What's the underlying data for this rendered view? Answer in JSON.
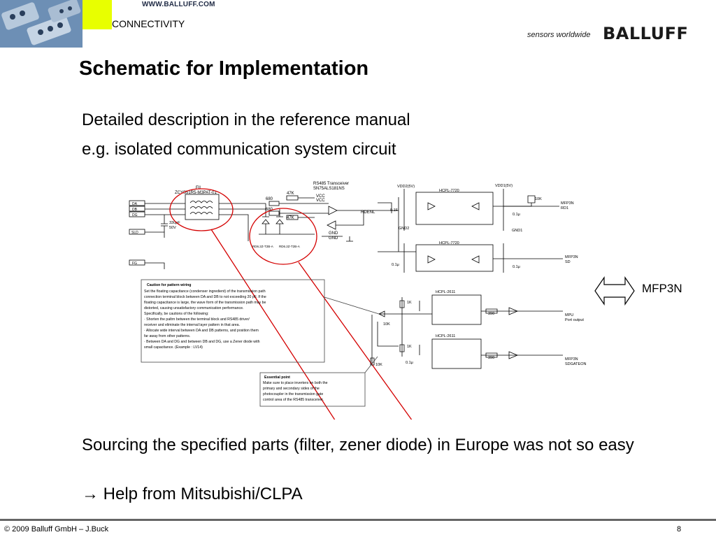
{
  "header": {
    "website": "WWW.BALLUFF.COM",
    "section": "CONNECTIVITY",
    "tagline": "sensors worldwide",
    "logo_text": "BALLUFF"
  },
  "title": "Schematic for Implementation",
  "bullets": [
    "Detailed description in the reference manual",
    "e.g. isolated communication system circuit"
  ],
  "bottom": {
    "line1": "Sourcing the specified parts (filter, zener diode) in Europe was not so easy",
    "line2": "→ Help from Mitsubishi/CLPA"
  },
  "callout": "MFP3N",
  "schematic": {
    "fil_label": "FIL",
    "fil_part": "ZCYS51R5-M3PAT-01",
    "transceiver_label": "RS485 Transceiver",
    "transceiver_part": "SN75ALS181NS",
    "terminals": [
      "DA",
      "DB",
      "DG",
      "SLD",
      "FG"
    ],
    "cap_label": "330pF",
    "cap_voltage": "50V",
    "res_47k": "47K",
    "res_680": "680",
    "vcc": "VCC",
    "gnd": "GND",
    "zener_a": "RD6.2Z-T2B-A",
    "rdenl": "RDENL",
    "vdd2": "VDD2(5V)",
    "vdd1": "VDD1(5V)",
    "hcpl7720": "HCPL-7720",
    "hcpl2611": "HCPL-2611",
    "res_10k": "10K",
    "res_1k": "1K",
    "res_390": "390",
    "cap_01u": "0.1μ",
    "cap_01f": "0.1F",
    "gnd1": "GND1",
    "gnd2": "GND2",
    "out_rd1_a": "MFP3N",
    "out_rd1_b": "RD1",
    "out_sd_a": "MFP3N",
    "out_sd_b": "SD",
    "out_mpu_a": "MPU",
    "out_mpu_b": "Port output",
    "out_sdg_a": "MFP3N",
    "out_sdg_b": "SDGATEON",
    "caution_title": "Caution for pattern wiring",
    "caution_lines": [
      "Set the floating capacitance (condenser ingredient) of the transmission path",
      "connection terminal block between DA and DB to not exceeding 20 pF. If the",
      "floating capacitance is large, the wave form of the transmission path may be",
      "distorted, causing unsatisfactory communication performance.",
      "Specifically, be cautions of the following:",
      "· Shorten the paltrn between the terminal block and RS485 driver/",
      "  receiver and eliminate the internal layer pattern in that area.",
      "· Allocate wide interval between DA and DB patterns, and position them",
      "  far away from other patterns.",
      "· Between DA and DG and between DB and DG, use a Zener diode with",
      "  small capacitance. (Example : LV14)"
    ],
    "essential_title": "Essential point",
    "essential_lines": [
      "Make sure to place inverters on both the",
      "primary and secondary sides of the",
      "photocoupler in the transmission gate",
      "control area of the RS485 transceiver."
    ]
  },
  "footer": {
    "copyright": "© 2009  Balluff GmbH  – J.Buck",
    "page": "8"
  },
  "colors": {
    "accent_yellow": "#e8ff00",
    "highlight_red": "#d40000",
    "footer_rule": "#666666"
  }
}
